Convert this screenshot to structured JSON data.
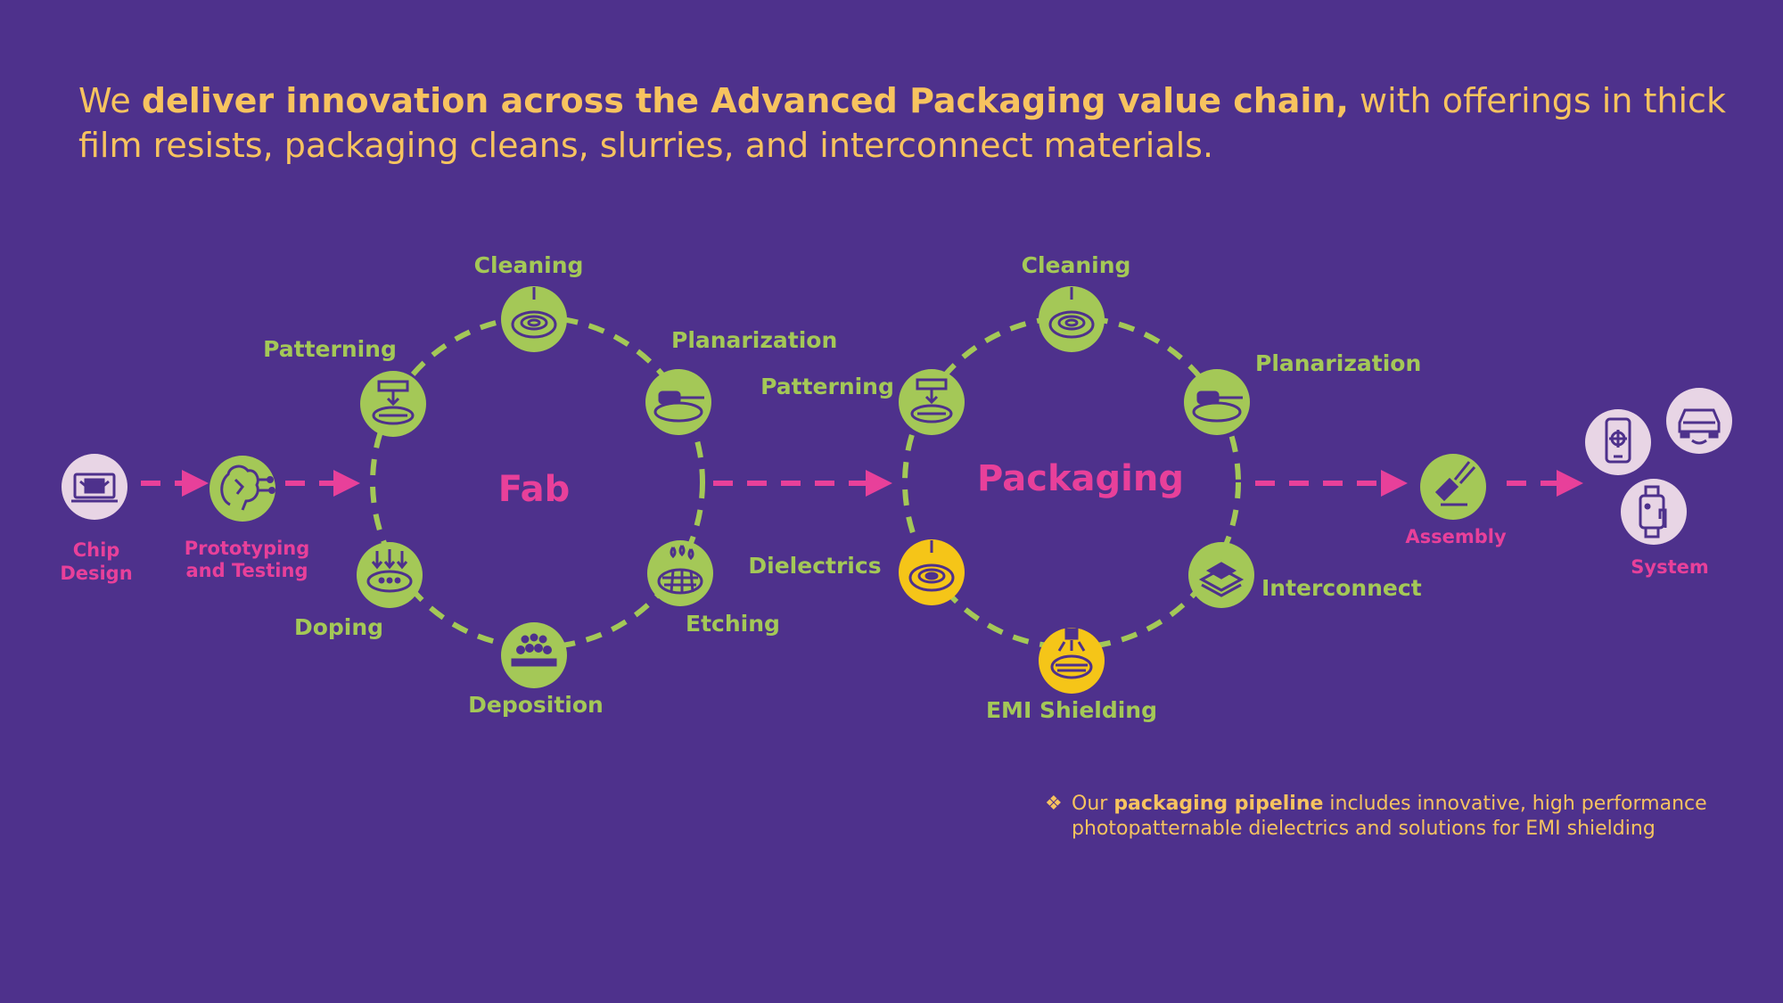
{
  "colors": {
    "background": "#4e318c",
    "accent_gold": "#f7c35f",
    "node_green": "#a4c857",
    "node_yellow": "#f5c518",
    "node_lavender": "#e8d5e5",
    "arrow_pink": "#e8409a",
    "icon_purple": "#4e318c"
  },
  "headline": {
    "pre": "We ",
    "bold": "deliver innovation across the  Advanced Packaging value chain,",
    "post": " with offerings in thick film resists, packaging cleans, slurries, and interconnect materials."
  },
  "stages": {
    "fab": "Fab",
    "packaging": "Packaging"
  },
  "steps": {
    "chip_design_l1": "Chip",
    "chip_design_l2": "Design",
    "prototyping_l1": "Prototyping",
    "prototyping_l2": "and Testing",
    "assembly": "Assembly",
    "system": "System"
  },
  "fab_nodes": {
    "cleaning": "Cleaning",
    "planarization": "Planarization",
    "patterning": "Patterning",
    "doping": "Doping",
    "deposition": "Deposition",
    "etching": "Etching"
  },
  "packaging_nodes": {
    "cleaning": "Cleaning",
    "planarization": "Planarization",
    "patterning": "Patterning",
    "dielectrics": "Dielectrics",
    "emi_shielding": "EMI Shielding",
    "interconnect": "Interconnect"
  },
  "icons": {
    "chip_design": "chip-icon",
    "prototyping": "brain-circuit-icon",
    "cleaning": "wafer-clean-icon",
    "planarization": "polishing-pad-icon",
    "patterning": "lithography-icon",
    "doping": "implant-icon",
    "deposition": "deposition-icon",
    "etching": "etch-icon",
    "dielectrics": "dielectric-wafer-icon",
    "emi_shielding": "spray-icon",
    "interconnect": "interconnect-stack-icon",
    "assembly": "pick-and-place-icon",
    "system": [
      "phone-icon",
      "car-icon",
      "smartwatch-icon"
    ]
  },
  "footnote": {
    "bullet": "❖",
    "pre": "Our ",
    "bold": "packaging pipeline",
    "post": " includes innovative, high performance photopatternable dielectrics and solutions for EMI shielding"
  }
}
